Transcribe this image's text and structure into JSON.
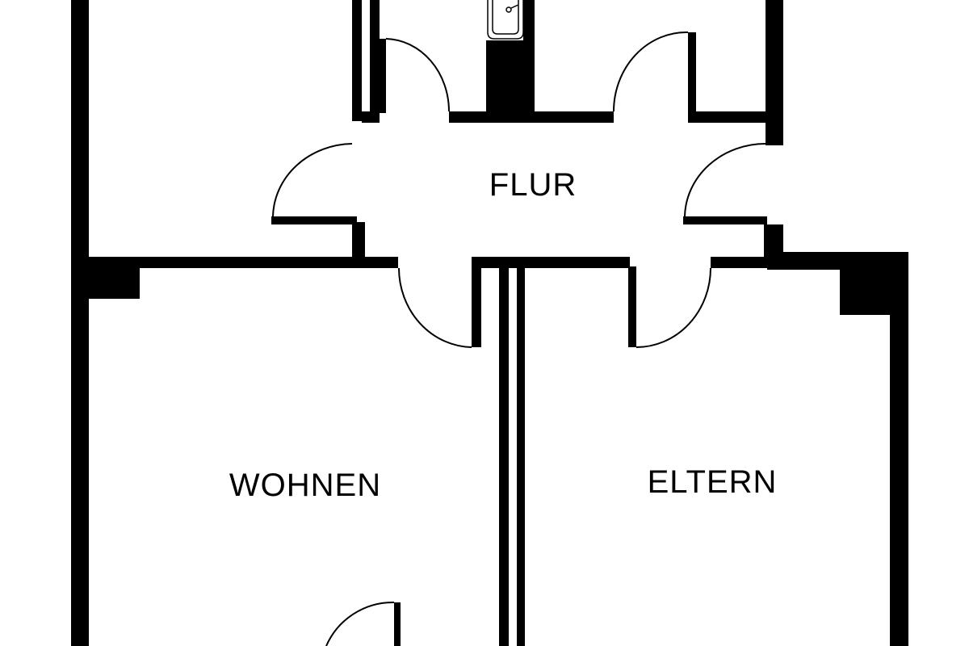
{
  "floorplan": {
    "wall_color": "#000000",
    "background_color": "#ffffff",
    "rooms": [
      {
        "id": "flur",
        "label": "FLUR"
      },
      {
        "id": "wohnen",
        "label": "WOHNEN"
      },
      {
        "id": "eltern",
        "label": "ELTERN"
      }
    ],
    "fixtures": [
      {
        "id": "wash-basin",
        "icon": "sink-icon"
      }
    ]
  }
}
